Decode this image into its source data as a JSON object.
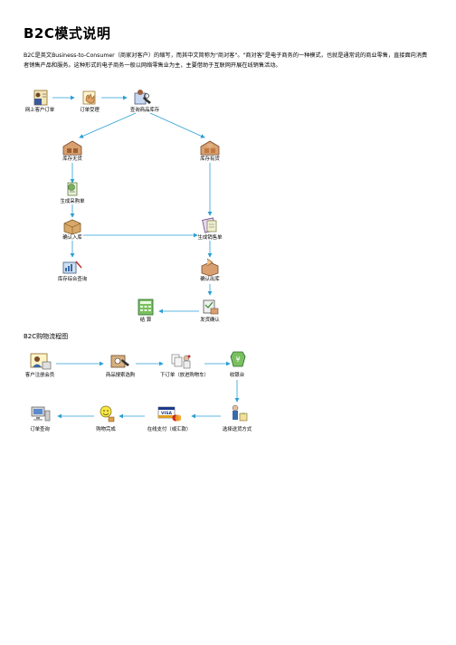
{
  "title": "B2C模式说明",
  "intro": "B2C是英文Business-to-Consumer（商家对客户）的缩写，而其中文简称为\"商对客\"。\"商对客\"是电子商务的一种模式，也就是通常说的商业零售，直接面向消费者销售产品和服务。这种形式的电子商务一般以网络零售业为主，主要借助于互联网开展在线销售活动。",
  "flow1": {
    "nodes": {
      "online_order": "网上客户订单",
      "order_accept": "订单受理",
      "query_stock": "查询商品库存",
      "out_of_stock": "库存无货",
      "in_stock": "库存有货",
      "create_po": "生成采购单",
      "confirm_in": "确认入库",
      "create_so": "生成销售单",
      "stock_query": "库存综合查询",
      "confirm_out": "确认出库",
      "settle": "结 算",
      "ship_confirm": "发货确认"
    }
  },
  "flow2": {
    "caption": "B2C购物流程图",
    "nodes": {
      "register": "客户注册会员",
      "browse": "商品搜索选购",
      "place_order": "下订单（放进购物车）",
      "checkout": "收银台",
      "pick_shipping": "选择送货方式",
      "pay_online": "在线支付（或汇款）",
      "complete": "购物完成",
      "order_query": "订单查询"
    }
  },
  "colors": {
    "arrow": "#2a9fd6"
  },
  "icons": {
    "online_order": "customer-order-icon",
    "order_accept": "hand-accept-icon",
    "query_stock": "search-stock-icon",
    "out_of_stock": "warehouse-icon",
    "in_stock": "warehouse-icon",
    "create_po": "document-icon",
    "confirm_in": "box-check-icon",
    "create_so": "sales-doc-icon",
    "stock_query": "report-icon",
    "confirm_out": "box-out-icon",
    "settle": "calculator-icon",
    "ship_confirm": "shipping-icon"
  }
}
